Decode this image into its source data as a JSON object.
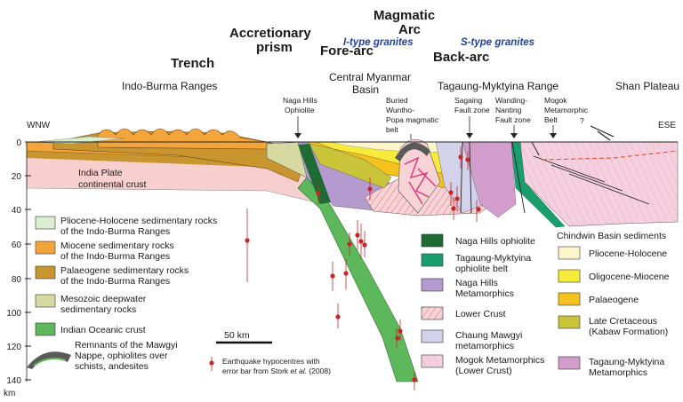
{
  "headings": {
    "trench": "Trench",
    "accretionary_1": "Accretionary",
    "accretionary_2": "prism",
    "magmatic_1": "Magmatic",
    "magmatic_2": "Arc",
    "fore_arc": "Fore-arc",
    "back_arc": "Back-arc",
    "i_type": "I-type granites",
    "s_type": "S-type granites"
  },
  "regions": {
    "indo_burma": "Indo-Burma Ranges",
    "central_myanmar_1": "Central Myanmar",
    "central_myanmar_2": "Basin",
    "tagaung_range": "Tagaung-Myktyina Range",
    "shan_plateau": "Shan Plateau"
  },
  "features": {
    "naga_ophiolite_1": "Naga Hills",
    "naga_ophiolite_2": "Ophiolite",
    "buried_1": "Buried",
    "buried_2": "Wuntho-",
    "buried_3": "Popa magmatic",
    "buried_4": "belt",
    "sagaing_1": "Sagaing",
    "sagaing_2": "Fault zone",
    "wanding_1": "Wanding-",
    "wanding_2": "Nanting",
    "wanding_3": "Fault zone",
    "mogok_1": "Mogok",
    "mogok_2": "Metamorphic",
    "mogok_3": "Belt",
    "question": "?"
  },
  "directions": {
    "west": "WNW",
    "east": "ESE"
  },
  "crust_label_1": "India Plate",
  "crust_label_2": "continental crust",
  "depth_axis": {
    "ticks": [
      "0",
      "20",
      "40",
      "60",
      "80",
      "100",
      "120",
      "140"
    ],
    "unit": "km"
  },
  "scale_bar": "50 km",
  "legend_left": [
    {
      "l1": "Pliocene-Holocene sedimentary rocks",
      "l2": "of the Indo-Burma Ranges",
      "color": "#d9efcf"
    },
    {
      "l1": "Miocene sedimentary rocks",
      "l2": "of the Indo-Burma Ranges",
      "color": "#f3a43a"
    },
    {
      "l1": "Palaeogene sedimentary rocks",
      "l2": "of the Indo-Burma Ranges",
      "color": "#c8952f"
    },
    {
      "l1": "Mesozoic deepwater",
      "l2": "sedimentary rocks",
      "color": "#d6d9a2"
    },
    {
      "l1": "Indian Oceanic crust",
      "l2": "",
      "color": "#5cb85a"
    }
  ],
  "remnants": {
    "l1": "Remnants of the Mawgyi",
    "l2": "Nappe, ophiolites over",
    "l3": "schists, andesites"
  },
  "earthquake": {
    "l1": "Earthquake hypocentres with",
    "l2": "error bar from Stork ",
    "l2i": "et al.",
    "l2e": " (2008)"
  },
  "legend_mid": [
    {
      "l1": "Naga Hills ophiolite",
      "l2": "",
      "color": "#1f6b34"
    },
    {
      "l1": "Tagaung-Myktyina",
      "l2": "ophiolite belt",
      "color": "#1b9e6e"
    },
    {
      "l1": "Naga Hills",
      "l2": "Metamorphics",
      "color": "#b59ad0"
    },
    {
      "l1": "Lower Crust",
      "l2": "",
      "color": "#f8d3d6"
    },
    {
      "l1": "Chaung Mawgyi",
      "l2": "metamorphics",
      "color": "#d3d2ea"
    },
    {
      "l1": "Mogok Metamorphics",
      "l2": "(Lower Crust)",
      "color": "#f5d0df"
    }
  ],
  "legend_right_title": "Chindwin Basin  sediments",
  "legend_right": [
    {
      "l1": "Pliocene-Holocene",
      "l2": "",
      "color": "#fdf6cc"
    },
    {
      "l1": "Oligocene-Miocene",
      "l2": "",
      "color": "#f7ea3a"
    },
    {
      "l1": "Palaeogene",
      "l2": "",
      "color": "#f6c21f"
    },
    {
      "l1": "Late Cretaceous",
      "l2": "(Kabaw Formation)",
      "color": "#c9c43a"
    },
    {
      "l1": "Tagaung-Myktyina",
      "l2": "Metamorphics",
      "color": "#d29ccd"
    }
  ]
}
